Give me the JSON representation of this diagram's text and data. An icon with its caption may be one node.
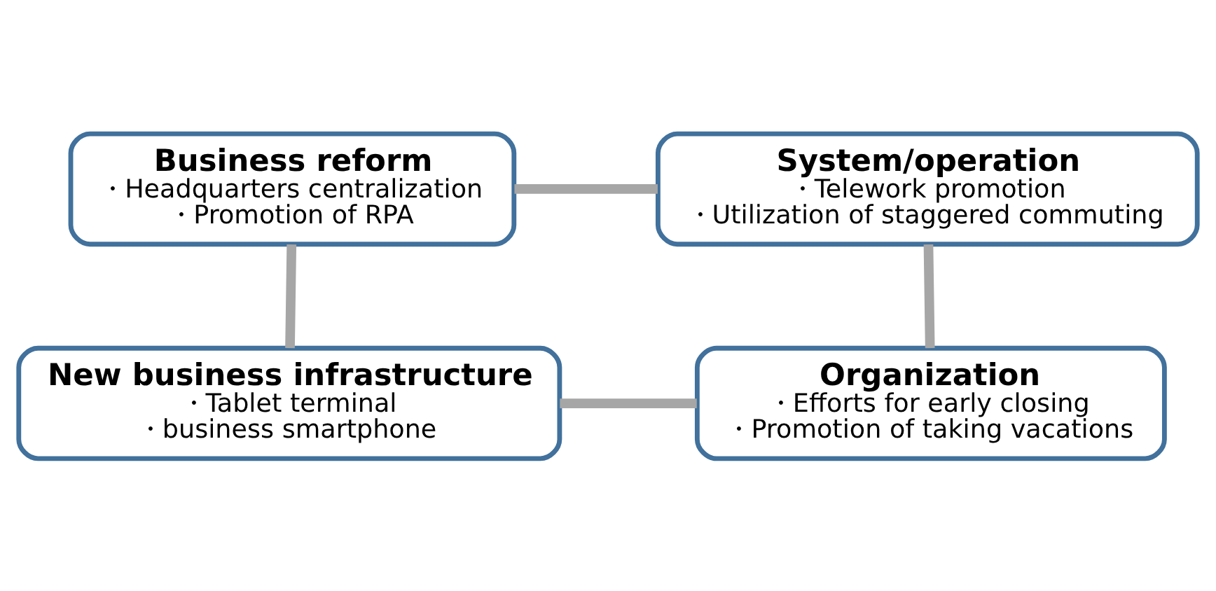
{
  "diagram": {
    "nodes": [
      {
        "text": [
          "Business reform",
          "・Headquarters centralization",
          "・Promotion of RPA"
        ]
      },
      {
        "text": [
          "System/operation",
          "・Telework promotion",
          "・Utilization of staggered commuting"
        ]
      },
      {
        "text": [
          "New business infrastructure",
          "・Tablet terminal",
          "・business smartphone"
        ]
      },
      {
        "text": [
          "Organization",
          "・Efforts for early closing",
          "・Promotion of taking vacations"
        ]
      }
    ],
    "edges": [
      {
        "from": 0,
        "to": 1,
        "arrow": "none"
      },
      {
        "from": 0,
        "to": 2,
        "arrow": "none"
      },
      {
        "from": 1,
        "to": 3,
        "arrow": "none"
      },
      {
        "from": 2,
        "to": 3,
        "arrow": "none"
      }
    ]
  }
}
